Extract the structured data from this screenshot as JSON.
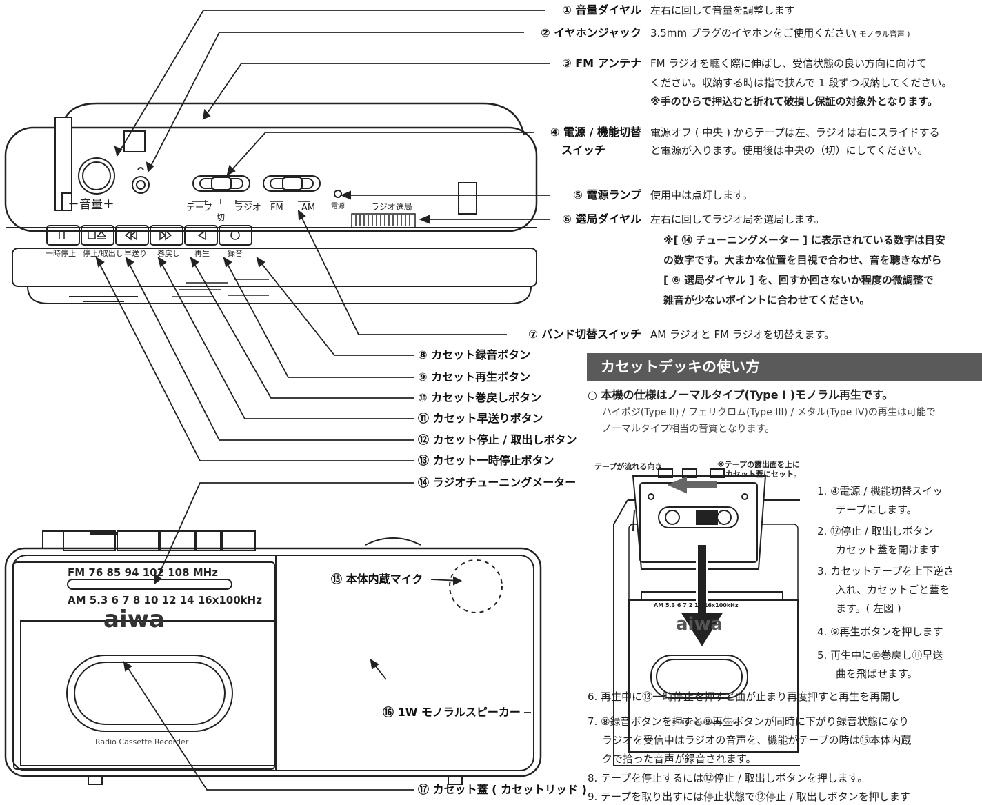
{
  "callouts": {
    "c1": {
      "label": "① 音量ダイヤル",
      "desc": "左右に回して音量を調整します"
    },
    "c2": {
      "label": "② イヤホンジャック",
      "desc": "3.5mm プラグのイヤホンをご使用ください",
      "note": "( モノラル音声 )"
    },
    "c3": {
      "label": "③ FM アンテナ",
      "desc1": "FM ラジオを聴く際に伸ばし、受信状態の良い方向に向けて",
      "desc2": "ください。収納する時は指で挟んで 1 段ずつ収納してください。",
      "warn": "※手のひらで押込むと折れて破損し保証の対象外となります。"
    },
    "c4": {
      "label1": "④ 電源 / 機能切替",
      "label2": "スイッチ",
      "desc1": "電源オフ ( 中央 ) からテープは左、ラジオは右にスライドする",
      "desc2": "と電源が入ります。使用後は中央の（切）にしてください。"
    },
    "c5": {
      "label": "⑤ 電源ランプ",
      "desc": "使用中は点灯します。"
    },
    "c6": {
      "label": "⑥ 選局ダイヤル",
      "desc": "左右に回してラジオ局を選局します。",
      "n1": "※[ ⑭ チューニングメーター ] に表示されている数字は目安",
      "n2": "の数字です。大まかな位置を目視で合わせ、音を聴きながら",
      "n3": "[ ⑥ 選局ダイヤル ] を、回すか回さないか程度の微調整で",
      "n4": "雑音が少ないポイントに合わせてください。"
    },
    "c7": {
      "label": "⑦ バンド切替スイッチ",
      "desc": "AM ラジオと FM ラジオを切替えます。"
    },
    "c8": "⑧ カセット録音ボタン",
    "c9": "⑨ カセット再生ボタン",
    "c10": "⑩ カセット巻戻しボタン",
    "c11": "⑪ カセット早送りボタン",
    "c12": "⑫ カセット停止 / 取出しボタン",
    "c13": "⑬ カセット一時停止ボタン",
    "c14": "⑭ ラジオチューニングメーター",
    "c15": "⑮ 本体内蔵マイク",
    "c16": "⑯ 1W モノラルスピーカー",
    "c17": "⑰ カセット蓋 ( カセットリッド )"
  },
  "device_top": {
    "volume": "－音量＋",
    "tape": "テープ",
    "off": "切",
    "radio": "ラジオ",
    "fm": "FM",
    "am": "AM",
    "power": "電源",
    "tuning": "ラジオ選局",
    "buttons": [
      "一時停止",
      "停止/取出し",
      "早送り",
      "巻戻し",
      "再生",
      "録音"
    ]
  },
  "device_front": {
    "fm_scale": "FM  76    85    94   102 108 MHz",
    "am_scale": "AM  5.3 6 7 8  10 12 14  16x100kHz",
    "logo": "aiwa",
    "cassette_text": "Radio Cassette Recorder"
  },
  "section": {
    "heading": "カセットデッキの使い方",
    "spec_title": "○ 本機の仕様はノーマルタイプ(Type I )モノラル再生です。",
    "spec_1": "ハイポジ(Type II) / フェリクロム(Type III) / メタル(Type IV)の再生は可能で",
    "spec_2": "ノーマルタイプ相当の音質となります。",
    "fig_dir": "テープが流れる向き",
    "fig_note1": "※テープの露出面を上に",
    "fig_note2": "カセット蓋にセット。",
    "fig_scale": "AM  5.3 6 7       2 14  16x100kHz",
    "fig_logo": "aiwa",
    "fig_text": "Radio Cassette Recorder",
    "steps": [
      "1. ④電源 / 機能切替スイッ",
      "テープにします。",
      "2. ⑫停止 / 取出しボタン",
      "カセット蓋を開けます",
      "3. カセットテープを上下逆さ",
      "入れ、カセットごと蓋を",
      "ます。( 左図 )",
      "4. ⑨再生ボタンを押します",
      "5. 再生中に⑩巻戻し⑪早送",
      "曲を飛ばせます。"
    ],
    "s6": "6. 再生中に⑬一時停止を押すと曲が止まり再度押すと再生を再開し",
    "s7a": "7. ⑧録音ボタンを押すと⑨再生ボタンが同時に下がり録音状態になり",
    "s7b": "ラジオを受信中はラジオの音声を、機能がテープの時は⑮本体内蔵",
    "s7c": "クで拾った音声が録音されます。",
    "s8": "8. テープを停止するには⑫停止 / 取出しボタンを押します。",
    "s9": "9. テープを取り出すには停止状態で⑫停止 / 取出しボタンを押します"
  }
}
